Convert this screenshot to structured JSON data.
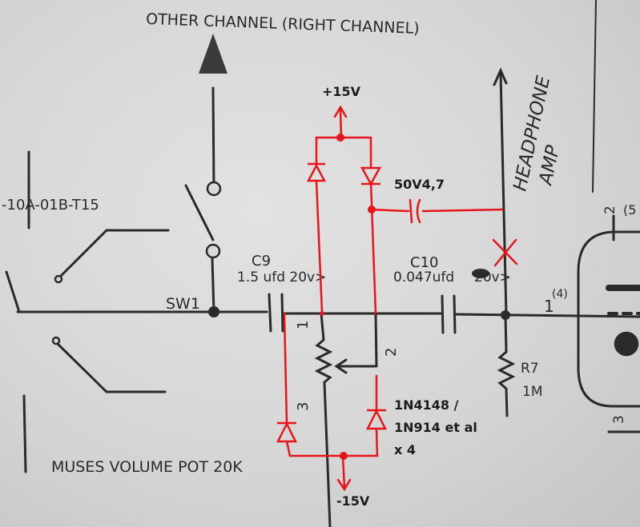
{
  "colors": {
    "ink": "#2a2a2a",
    "markup": "#e8141b",
    "paper": "#d9d9d9"
  },
  "printed": {
    "other_channel": "OTHER CHANNEL (RIGHT CHANNEL)",
    "part_number": "-10A-01B-T15",
    "sw1": "SW1",
    "c9_name": "C9",
    "c9_value": "1.5 ufd 20v>",
    "c10_name": "C10",
    "c10_value": "0.047ufd",
    "c10_value_struck": "20v>",
    "pot_pin1": "1",
    "pot_pin2": "2",
    "pot_pin3": "3",
    "r7_name": "R7",
    "r7_value": "1M",
    "pot_label": "MUSES VOLUME POT 20K",
    "headphone_line1": "HEADPHONE",
    "headphone_line2": "AMP",
    "tube_pin1": "1",
    "tube_pin1_sup": "(4)",
    "tube_pin2": "2",
    "tube_pin2_sup": "(5",
    "tube_pin3": "3"
  },
  "annotations": {
    "plus_rail": "+15V",
    "minus_rail": "-15V",
    "cap_note": "50V4,7",
    "diode_note_line1": "1N4148 /",
    "diode_note_line2": "1N914 et al",
    "diode_note_line3": "x 4"
  }
}
